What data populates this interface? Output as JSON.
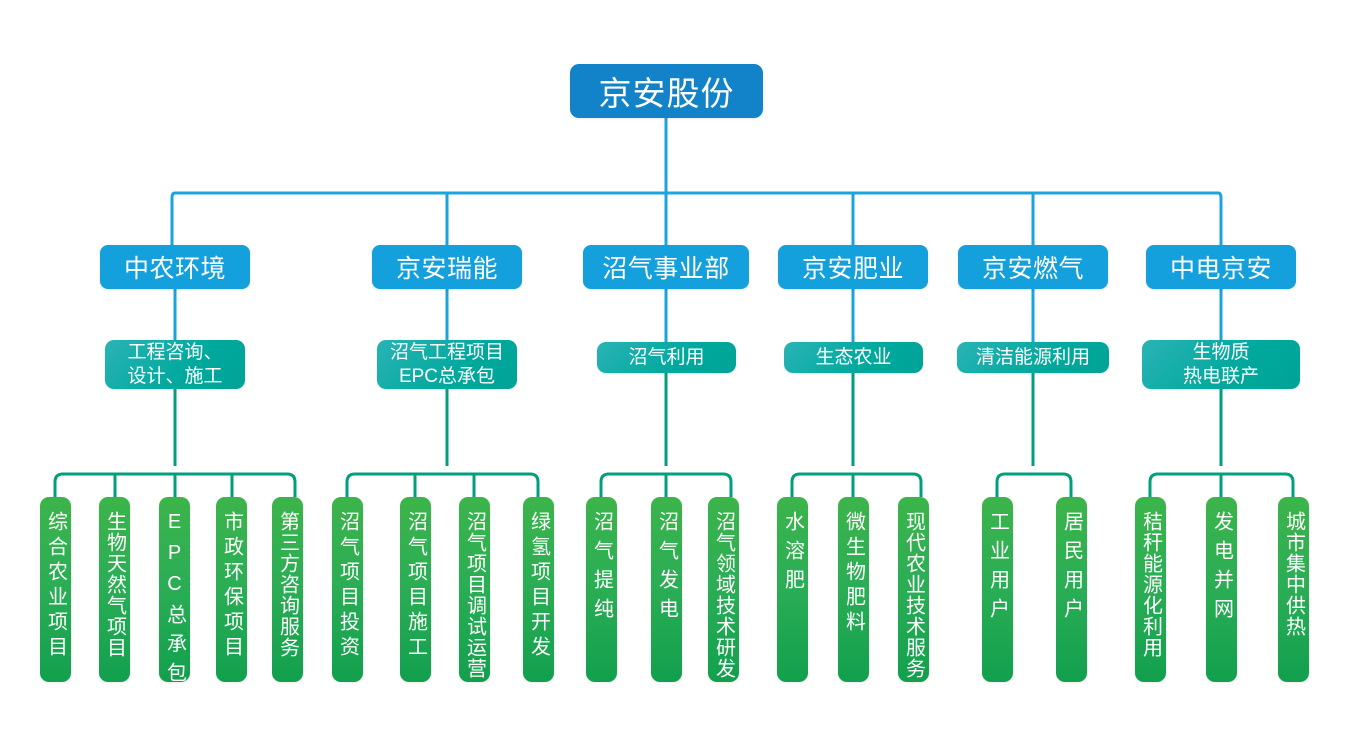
{
  "diagram": {
    "title": "京安股份",
    "type": "organizational-chart",
    "colors": {
      "root": "#1283c8",
      "division": "#14a0dc",
      "business_line": "#00a99d",
      "leaf": "#2cae55",
      "wire_blue": "#1aa3dd",
      "wire_green": "#00a07a"
    },
    "root": {
      "label": "京安股份"
    },
    "branches": [
      {
        "division": "中农环境",
        "business_line": [
          "工程咨询、",
          "设计、施工"
        ],
        "leaves": [
          "综合农业项目",
          "生物天然气项目",
          "EPC总承包",
          "市政环保项目",
          "第三方咨询服务"
        ]
      },
      {
        "division": "京安瑞能",
        "business_line": [
          "沼气工程项目",
          "EPC总承包"
        ],
        "leaves": [
          "沼气项目投资",
          "沼气项目施工",
          "沼气项目调试运营",
          "绿氢项目开发"
        ]
      },
      {
        "division": "沼气事业部",
        "business_line": [
          "沼气利用"
        ],
        "leaves": [
          "沼气提纯",
          "沼气发电",
          "沼气领域技术研发"
        ]
      },
      {
        "division": "京安肥业",
        "business_line": [
          "生态农业"
        ],
        "leaves": [
          "水溶肥",
          "微生物肥料",
          "现代农业技术服务"
        ]
      },
      {
        "division": "京安燃气",
        "business_line": [
          "清洁能源利用"
        ],
        "leaves": [
          "工业用户",
          "居民用户"
        ]
      },
      {
        "division": "中电京安",
        "business_line": [
          "生物质",
          "热电联产"
        ],
        "leaves": [
          "秸秆能源化利用",
          "发电并网",
          "城市集中供热"
        ]
      }
    ]
  }
}
